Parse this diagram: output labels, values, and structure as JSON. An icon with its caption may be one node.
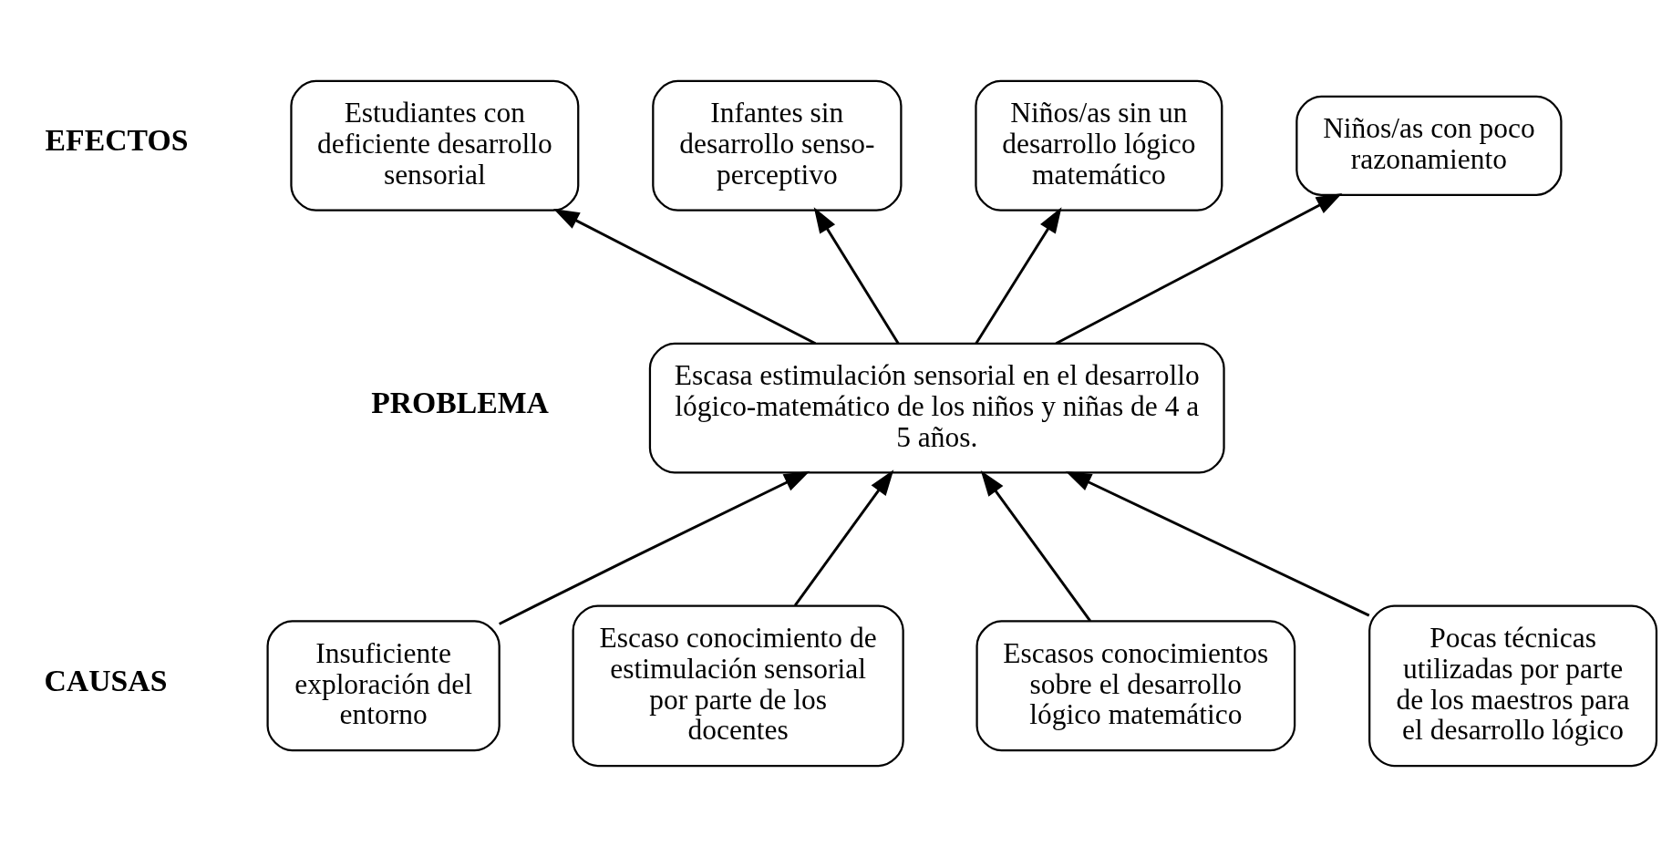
{
  "diagram": {
    "nodes": [
      {
        "text": [
          "Estudiantes con deficiente desarrollo sensorial"
        ]
      },
      {
        "text": [
          "Infantes sin desarrollo senso-perceptivo"
        ]
      },
      {
        "text": [
          "Niños/as sin un desarrollo lógico matemático"
        ]
      },
      {
        "text": [
          "Niños/as con poco razonamiento"
        ]
      },
      {
        "text": [
          "Escasa estimulación sensorial en el desarrollo lógico-matemático de los niños y niñas de 4 a 5 años."
        ]
      },
      {
        "text": [
          "Insuficiente exploración del entorno"
        ]
      },
      {
        "text": [
          "Escaso conocimiento de estimulación sensorial por parte de los docentes"
        ]
      },
      {
        "text": [
          "Escasos conocimientos sobre el desarrollo lógico matemático"
        ]
      },
      {
        "text": [
          "Pocas técnicas utilizadas por parte de los maestros para el desarrollo lógico"
        ]
      }
    ],
    "edges": [
      {
        "from": 4,
        "to": 0,
        "arrow": "to"
      },
      {
        "from": 4,
        "to": 1,
        "arrow": "to"
      },
      {
        "from": 4,
        "to": 2,
        "arrow": "to"
      },
      {
        "from": 4,
        "to": 3,
        "arrow": "to"
      },
      {
        "from": 5,
        "to": 4,
        "arrow": "to"
      },
      {
        "from": 6,
        "to": 4,
        "arrow": "to"
      },
      {
        "from": 7,
        "to": 4,
        "arrow": "to"
      },
      {
        "from": 8,
        "to": 4,
        "arrow": "to"
      }
    ],
    "labels": [
      "EFECTOS",
      "PROBLEMA",
      "CAUSAS"
    ]
  }
}
